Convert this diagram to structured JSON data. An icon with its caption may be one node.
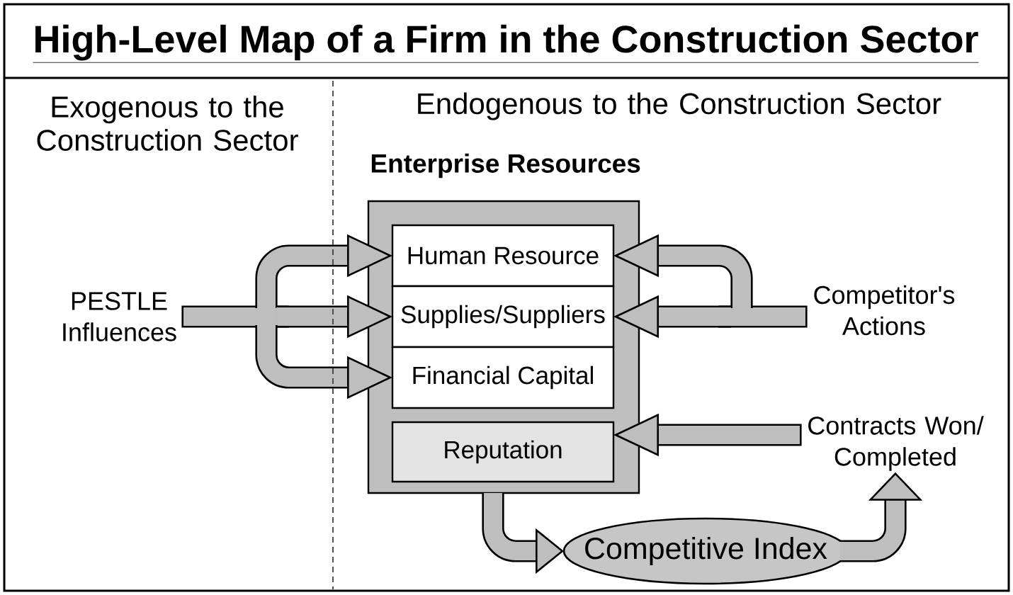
{
  "diagram": {
    "title": "High-Level Map of a Firm in the Construction Sector",
    "nodes": [
      {
        "text": [
          "Enterprise Resources"
        ]
      },
      {
        "text": [
          "Human Resource"
        ],
        "in": 0
      },
      {
        "text": [
          "Supplies/Suppliers"
        ],
        "in": 0
      },
      {
        "text": [
          "Financial Capital"
        ],
        "in": 0
      },
      {
        "text": [
          "Reputation"
        ],
        "in": 0
      },
      {
        "text": [
          "PESTLE Influences"
        ]
      },
      {
        "text": [
          "Competitor's Actions"
        ]
      },
      {
        "text": [
          "Contracts Won/ Completed"
        ]
      },
      {
        "text": [
          "Competitive Index"
        ]
      }
    ],
    "edges": [
      {
        "from": 5,
        "to": 1,
        "arrow": "to"
      },
      {
        "from": 5,
        "to": 2,
        "arrow": "to"
      },
      {
        "from": 5,
        "to": 3,
        "arrow": "to"
      },
      {
        "from": 6,
        "to": 1,
        "arrow": "to"
      },
      {
        "from": 6,
        "to": 2,
        "arrow": "to"
      },
      {
        "from": 7,
        "to": 4,
        "arrow": "to"
      },
      {
        "from": 0,
        "to": 8,
        "arrow": "to"
      },
      {
        "from": 8,
        "to": 7,
        "arrow": "to"
      }
    ],
    "labels": [
      "Exogenous to the Construction Sector",
      "Endogenous to the Construction Sector"
    ]
  }
}
